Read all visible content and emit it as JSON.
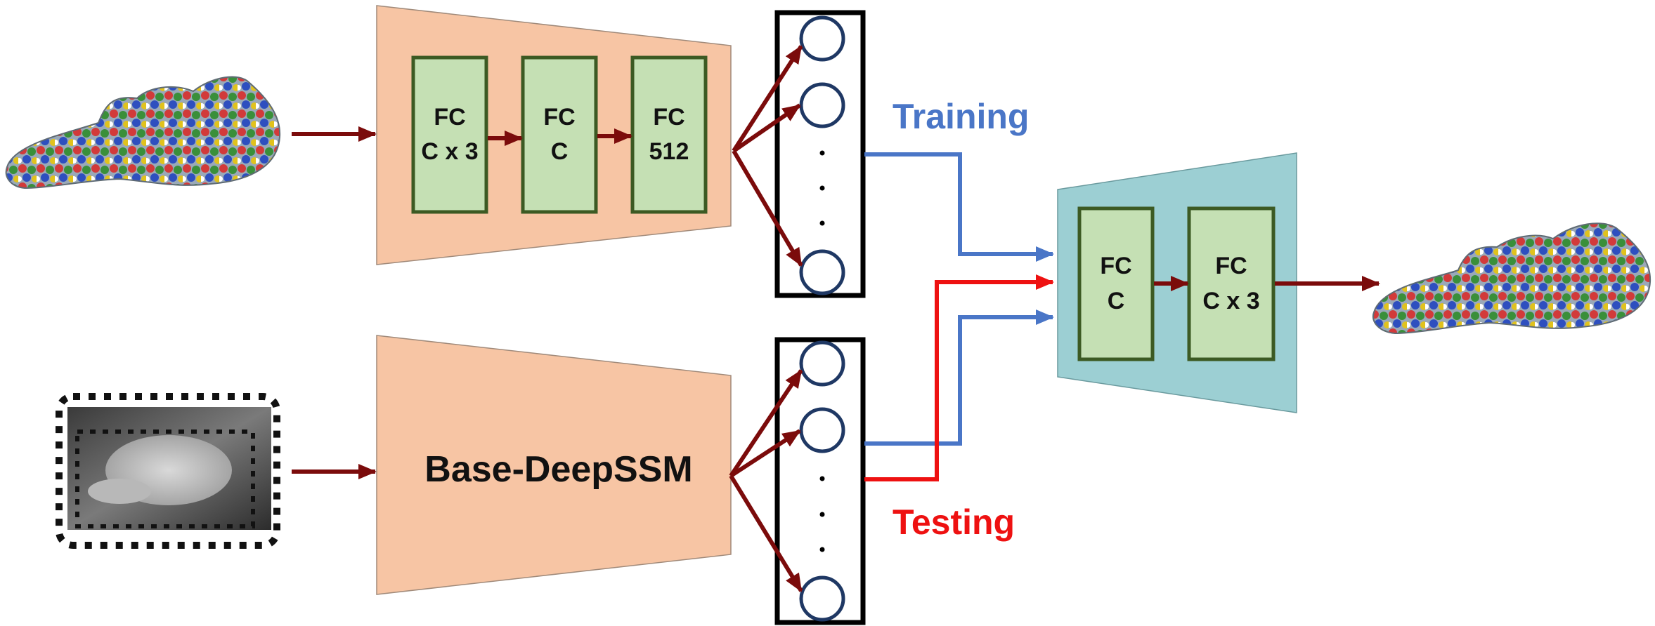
{
  "encoder": {
    "layers": [
      {
        "line1": "FC",
        "line2": "C x 3"
      },
      {
        "line1": "FC",
        "line2": "C"
      },
      {
        "line1": "FC",
        "line2": "512"
      }
    ]
  },
  "base_block": {
    "label": "Base-DeepSSM"
  },
  "decoder": {
    "layers": [
      {
        "line1": "FC",
        "line2": "C"
      },
      {
        "line1": "FC",
        "line2": "C x 3"
      }
    ]
  },
  "labels": {
    "training": "Training",
    "testing": "Testing"
  },
  "colors": {
    "trapezoid_orange": "#f7c5a4",
    "trapezoid_teal": "#9ccfd3",
    "fc_box_fill": "#c5e0b4",
    "fc_box_stroke": "#3c5a23",
    "arrow_dark": "#7b0b0b",
    "training_blue": "#4a76c7",
    "testing_red": "#ee1111",
    "latent_circle": "#1f3864"
  }
}
